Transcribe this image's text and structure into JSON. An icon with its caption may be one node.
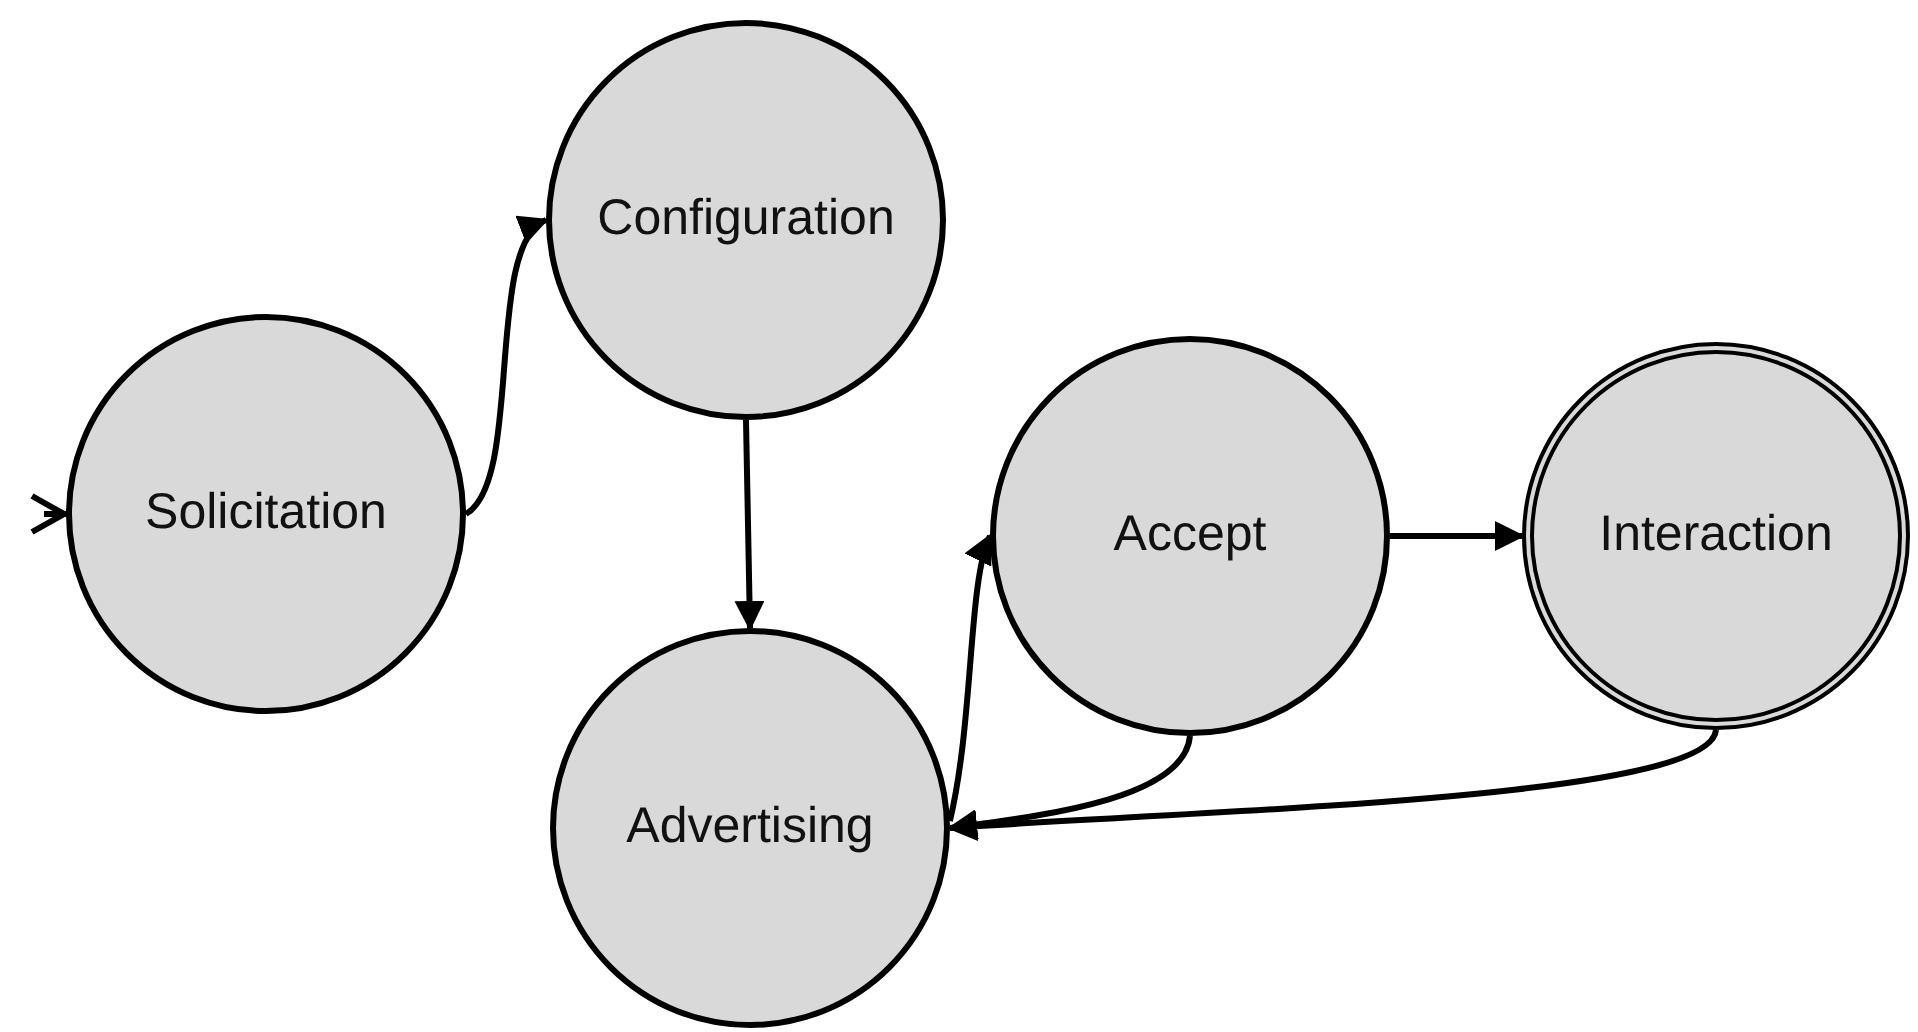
{
  "diagram": {
    "nodes": [
      {
        "text": [
          "Solicitation"
        ]
      },
      {
        "text": [
          "Configuration"
        ]
      },
      {
        "text": [
          "Advertising"
        ]
      },
      {
        "text": [
          "Accept"
        ]
      },
      {
        "text": [
          "Interaction"
        ]
      }
    ],
    "edges": [
      {
        "from": null,
        "to": 0,
        "arrow": "to"
      },
      {
        "from": 0,
        "to": 1,
        "arrow": "to"
      },
      {
        "from": 1,
        "to": 2,
        "arrow": "to"
      },
      {
        "from": 2,
        "to": 3,
        "arrow": "to"
      },
      {
        "from": 3,
        "to": 2,
        "arrow": "to"
      },
      {
        "from": 3,
        "to": 4,
        "arrow": "to"
      },
      {
        "from": 4,
        "to": 2,
        "arrow": "to"
      }
    ]
  }
}
